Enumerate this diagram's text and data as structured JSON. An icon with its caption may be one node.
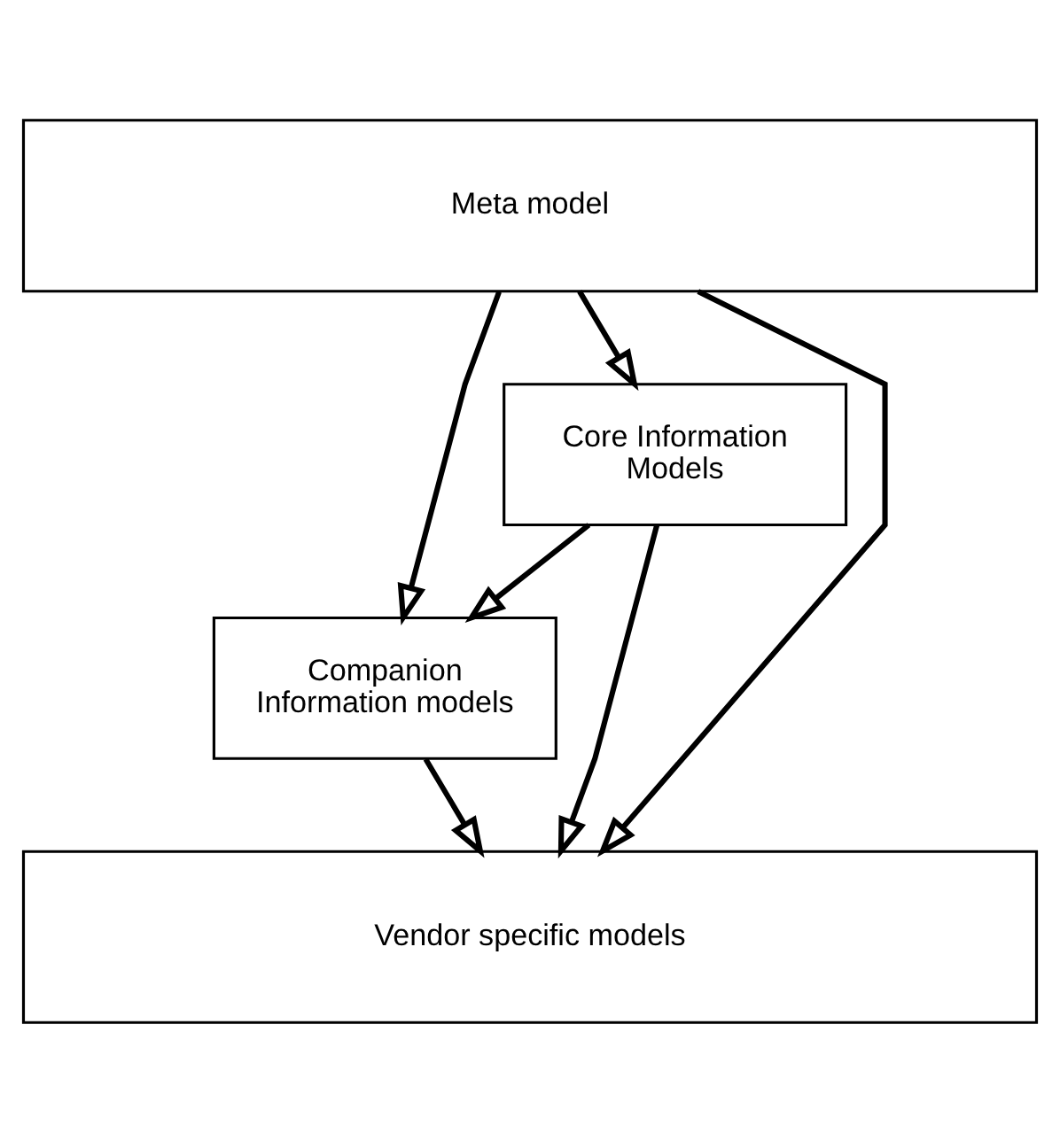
{
  "diagram": {
    "nodes": [
      {
        "text": [
          "Meta model"
        ]
      },
      {
        "text": [
          "Core Information Models"
        ]
      },
      {
        "text": [
          "Companion Information models"
        ]
      },
      {
        "text": [
          "Vendor specific models"
        ]
      }
    ],
    "edges": [
      {
        "from": 0,
        "to": 3,
        "arrow": "to"
      },
      {
        "from": 0,
        "to": 1,
        "arrow": "to"
      },
      {
        "from": 0,
        "to": 2,
        "arrow": "to"
      },
      {
        "from": 1,
        "to": 3,
        "arrow": "to"
      },
      {
        "from": 1,
        "to": 2,
        "arrow": "to"
      },
      {
        "from": 2,
        "to": 3,
        "arrow": "to"
      }
    ]
  }
}
